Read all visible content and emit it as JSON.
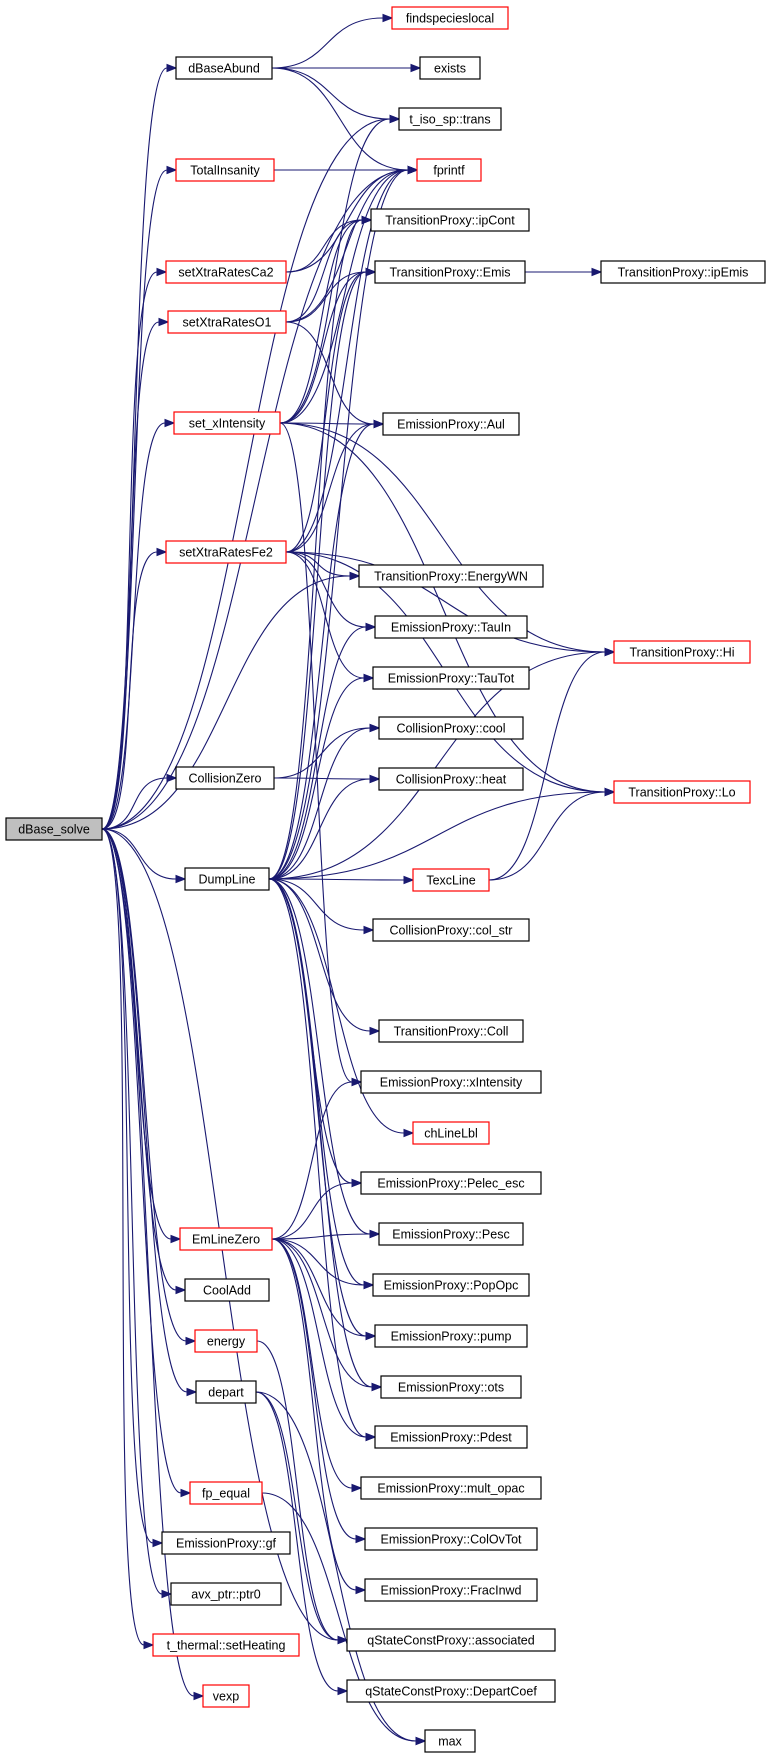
{
  "graph": {
    "colors": {
      "edge": "#191970",
      "red_border": "#ff0000",
      "black_border": "#000000",
      "root_fill": "#bfbfbf"
    },
    "nodes": [
      {
        "id": "dBase_solve",
        "label": "dBase_solve",
        "border": "root"
      },
      {
        "id": "dBaseAbund",
        "label": "dBaseAbund",
        "border": "black"
      },
      {
        "id": "TotalInsanity",
        "label": "TotalInsanity",
        "border": "red"
      },
      {
        "id": "setXtraRatesCa2",
        "label": "setXtraRatesCa2",
        "border": "red"
      },
      {
        "id": "setXtraRatesO1",
        "label": "setXtraRatesO1",
        "border": "red"
      },
      {
        "id": "set_xIntensity",
        "label": "set_xIntensity",
        "border": "red"
      },
      {
        "id": "setXtraRatesFe2",
        "label": "setXtraRatesFe2",
        "border": "red"
      },
      {
        "id": "CollisionZero",
        "label": "CollisionZero",
        "border": "black"
      },
      {
        "id": "DumpLine",
        "label": "DumpLine",
        "border": "black"
      },
      {
        "id": "EmLineZero",
        "label": "EmLineZero",
        "border": "red"
      },
      {
        "id": "CoolAdd",
        "label": "CoolAdd",
        "border": "black"
      },
      {
        "id": "energy",
        "label": "energy",
        "border": "red"
      },
      {
        "id": "depart",
        "label": "depart",
        "border": "black"
      },
      {
        "id": "fp_equal",
        "label": "fp_equal",
        "border": "red"
      },
      {
        "id": "EmissionProxy_gf",
        "label": "EmissionProxy::gf",
        "border": "black"
      },
      {
        "id": "avx_ptr_ptr0",
        "label": "avx_ptr::ptr0",
        "border": "black"
      },
      {
        "id": "t_thermal_setHeating",
        "label": "t_thermal::setHeating",
        "border": "red"
      },
      {
        "id": "vexp",
        "label": "vexp",
        "border": "red"
      },
      {
        "id": "findspecieslocal",
        "label": "findspecieslocal",
        "border": "red"
      },
      {
        "id": "exists",
        "label": "exists",
        "border": "black"
      },
      {
        "id": "t_iso_sp_trans",
        "label": "t_iso_sp::trans",
        "border": "black"
      },
      {
        "id": "fprintf",
        "label": "fprintf",
        "border": "red"
      },
      {
        "id": "TransitionProxy_ipCont",
        "label": "TransitionProxy::ipCont",
        "border": "black"
      },
      {
        "id": "TransitionProxy_Emis",
        "label": "TransitionProxy::Emis",
        "border": "black"
      },
      {
        "id": "TransitionProxy_ipEmis",
        "label": "TransitionProxy::ipEmis",
        "border": "black"
      },
      {
        "id": "EmissionProxy_Aul",
        "label": "EmissionProxy::Aul",
        "border": "black"
      },
      {
        "id": "TransitionProxy_EnergyWN",
        "label": "TransitionProxy::EnergyWN",
        "border": "black"
      },
      {
        "id": "EmissionProxy_TauIn",
        "label": "EmissionProxy::TauIn",
        "border": "black"
      },
      {
        "id": "EmissionProxy_TauTot",
        "label": "EmissionProxy::TauTot",
        "border": "black"
      },
      {
        "id": "TransitionProxy_Hi",
        "label": "TransitionProxy::Hi",
        "border": "red"
      },
      {
        "id": "CollisionProxy_cool",
        "label": "CollisionProxy::cool",
        "border": "black"
      },
      {
        "id": "CollisionProxy_heat",
        "label": "CollisionProxy::heat",
        "border": "black"
      },
      {
        "id": "TransitionProxy_Lo",
        "label": "TransitionProxy::Lo",
        "border": "red"
      },
      {
        "id": "TexcLine",
        "label": "TexcLine",
        "border": "red"
      },
      {
        "id": "CollisionProxy_col_str",
        "label": "CollisionProxy::col_str",
        "border": "black"
      },
      {
        "id": "TransitionProxy_Coll",
        "label": "TransitionProxy::Coll",
        "border": "black"
      },
      {
        "id": "EmissionProxy_xIntensity",
        "label": "EmissionProxy::xIntensity",
        "border": "black"
      },
      {
        "id": "chLineLbl",
        "label": "chLineLbl",
        "border": "red"
      },
      {
        "id": "EmissionProxy_Pelec_esc",
        "label": "EmissionProxy::Pelec_esc",
        "border": "black"
      },
      {
        "id": "EmissionProxy_Pesc",
        "label": "EmissionProxy::Pesc",
        "border": "black"
      },
      {
        "id": "EmissionProxy_PopOpc",
        "label": "EmissionProxy::PopOpc",
        "border": "black"
      },
      {
        "id": "EmissionProxy_pump",
        "label": "EmissionProxy::pump",
        "border": "black"
      },
      {
        "id": "EmissionProxy_ots",
        "label": "EmissionProxy::ots",
        "border": "black"
      },
      {
        "id": "EmissionProxy_Pdest",
        "label": "EmissionProxy::Pdest",
        "border": "black"
      },
      {
        "id": "EmissionProxy_mult_opac",
        "label": "EmissionProxy::mult_opac",
        "border": "black"
      },
      {
        "id": "EmissionProxy_ColOvTot",
        "label": "EmissionProxy::ColOvTot",
        "border": "black"
      },
      {
        "id": "EmissionProxy_FracInwd",
        "label": "EmissionProxy::FracInwd",
        "border": "black"
      },
      {
        "id": "qStateConstProxy_associated",
        "label": "qStateConstProxy::associated",
        "border": "black"
      },
      {
        "id": "qStateConstProxy_DepartCoef",
        "label": "qStateConstProxy::DepartCoef",
        "border": "black"
      },
      {
        "id": "max",
        "label": "max",
        "border": "black"
      }
    ],
    "edges": [
      [
        "dBase_solve",
        "dBaseAbund"
      ],
      [
        "dBase_solve",
        "t_iso_sp_trans"
      ],
      [
        "dBase_solve",
        "TotalInsanity"
      ],
      [
        "dBase_solve",
        "fprintf"
      ],
      [
        "dBase_solve",
        "setXtraRatesCa2"
      ],
      [
        "dBase_solve",
        "setXtraRatesO1"
      ],
      [
        "dBase_solve",
        "set_xIntensity"
      ],
      [
        "dBase_solve",
        "setXtraRatesFe2"
      ],
      [
        "dBase_solve",
        "TransitionProxy_EnergyWN"
      ],
      [
        "dBase_solve",
        "CollisionZero"
      ],
      [
        "dBase_solve",
        "DumpLine"
      ],
      [
        "dBase_solve",
        "EmLineZero"
      ],
      [
        "dBase_solve",
        "CoolAdd"
      ],
      [
        "dBase_solve",
        "energy"
      ],
      [
        "dBase_solve",
        "depart"
      ],
      [
        "dBase_solve",
        "fp_equal"
      ],
      [
        "dBase_solve",
        "EmissionProxy_gf"
      ],
      [
        "dBase_solve",
        "avx_ptr_ptr0"
      ],
      [
        "dBase_solve",
        "t_thermal_setHeating"
      ],
      [
        "dBase_solve",
        "vexp"
      ],
      [
        "dBase_solve",
        "qStateConstProxy_associated"
      ],
      [
        "dBaseAbund",
        "findspecieslocal"
      ],
      [
        "dBaseAbund",
        "exists"
      ],
      [
        "dBaseAbund",
        "t_iso_sp_trans"
      ],
      [
        "dBaseAbund",
        "fprintf"
      ],
      [
        "TotalInsanity",
        "fprintf"
      ],
      [
        "setXtraRatesCa2",
        "fprintf"
      ],
      [
        "setXtraRatesCa2",
        "TransitionProxy_ipCont"
      ],
      [
        "setXtraRatesO1",
        "fprintf"
      ],
      [
        "setXtraRatesO1",
        "TransitionProxy_Emis"
      ],
      [
        "setXtraRatesO1",
        "TransitionProxy_ipCont"
      ],
      [
        "setXtraRatesO1",
        "EmissionProxy_Aul"
      ],
      [
        "set_xIntensity",
        "t_iso_sp_trans"
      ],
      [
        "set_xIntensity",
        "fprintf"
      ],
      [
        "set_xIntensity",
        "TransitionProxy_Emis"
      ],
      [
        "set_xIntensity",
        "TransitionProxy_ipCont"
      ],
      [
        "set_xIntensity",
        "EmissionProxy_Aul"
      ],
      [
        "set_xIntensity",
        "TransitionProxy_Hi"
      ],
      [
        "set_xIntensity",
        "TransitionProxy_Lo"
      ],
      [
        "set_xIntensity",
        "EmissionProxy_xIntensity"
      ],
      [
        "setXtraRatesFe2",
        "fprintf"
      ],
      [
        "setXtraRatesFe2",
        "TransitionProxy_Emis"
      ],
      [
        "setXtraRatesFe2",
        "EmissionProxy_Aul"
      ],
      [
        "setXtraRatesFe2",
        "TransitionProxy_EnergyWN"
      ],
      [
        "setXtraRatesFe2",
        "EmissionProxy_TauIn"
      ],
      [
        "setXtraRatesFe2",
        "EmissionProxy_TauTot"
      ],
      [
        "setXtraRatesFe2",
        "TransitionProxy_Hi"
      ],
      [
        "setXtraRatesFe2",
        "TransitionProxy_Lo"
      ],
      [
        "CollisionZero",
        "CollisionProxy_cool"
      ],
      [
        "CollisionZero",
        "CollisionProxy_heat"
      ],
      [
        "TransitionProxy_Emis",
        "TransitionProxy_ipEmis"
      ],
      [
        "DumpLine",
        "fprintf"
      ],
      [
        "DumpLine",
        "TransitionProxy_ipCont"
      ],
      [
        "DumpLine",
        "TransitionProxy_Emis"
      ],
      [
        "DumpLine",
        "EmissionProxy_Aul"
      ],
      [
        "DumpLine",
        "EmissionProxy_TauIn"
      ],
      [
        "DumpLine",
        "EmissionProxy_TauTot"
      ],
      [
        "DumpLine",
        "CollisionProxy_cool"
      ],
      [
        "DumpLine",
        "CollisionProxy_heat"
      ],
      [
        "DumpLine",
        "TransitionProxy_Hi"
      ],
      [
        "DumpLine",
        "TexcLine"
      ],
      [
        "DumpLine",
        "CollisionProxy_col_str"
      ],
      [
        "DumpLine",
        "TransitionProxy_Lo"
      ],
      [
        "DumpLine",
        "TransitionProxy_Coll"
      ],
      [
        "DumpLine",
        "chLineLbl"
      ],
      [
        "DumpLine",
        "EmissionProxy_Pesc"
      ],
      [
        "DumpLine",
        "EmissionProxy_Pelec_esc"
      ],
      [
        "DumpLine",
        "EmissionProxy_PopOpc"
      ],
      [
        "DumpLine",
        "EmissionProxy_pump"
      ],
      [
        "DumpLine",
        "EmissionProxy_ots"
      ],
      [
        "DumpLine",
        "EmissionProxy_Pdest"
      ],
      [
        "TexcLine",
        "TransitionProxy_Hi"
      ],
      [
        "TexcLine",
        "TransitionProxy_Lo"
      ],
      [
        "EmLineZero",
        "EmissionProxy_xIntensity"
      ],
      [
        "EmLineZero",
        "EmissionProxy_Pelec_esc"
      ],
      [
        "EmLineZero",
        "EmissionProxy_Pesc"
      ],
      [
        "EmLineZero",
        "EmissionProxy_PopOpc"
      ],
      [
        "EmLineZero",
        "EmissionProxy_pump"
      ],
      [
        "EmLineZero",
        "EmissionProxy_ots"
      ],
      [
        "EmLineZero",
        "EmissionProxy_Pdest"
      ],
      [
        "EmLineZero",
        "EmissionProxy_mult_opac"
      ],
      [
        "EmLineZero",
        "EmissionProxy_ColOvTot"
      ],
      [
        "EmLineZero",
        "EmissionProxy_FracInwd"
      ],
      [
        "energy",
        "qStateConstProxy_associated"
      ],
      [
        "depart",
        "qStateConstProxy_associated"
      ],
      [
        "depart",
        "qStateConstProxy_DepartCoef"
      ],
      [
        "depart",
        "max"
      ],
      [
        "fp_equal",
        "max"
      ]
    ]
  }
}
